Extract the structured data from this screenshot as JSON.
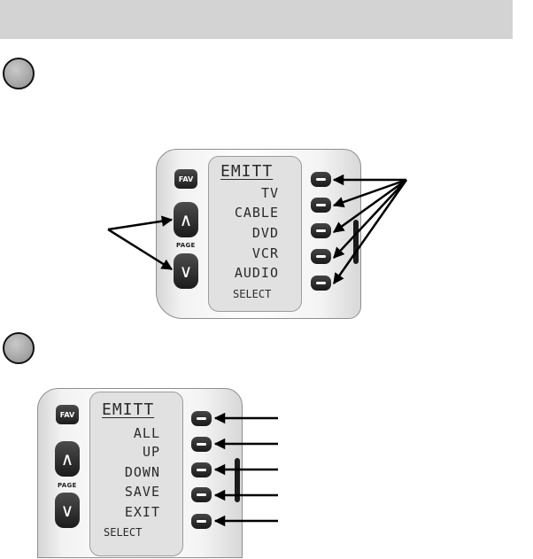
{
  "diagram": {
    "step1": {
      "lcd_title": "EMITT",
      "lcd_items": [
        "TV",
        "CABLE",
        "DVD",
        "VCR",
        "AUDIO"
      ],
      "lcd_footer": "SELECT",
      "fav_label": "FAV",
      "page_label": "PAGE"
    },
    "step2": {
      "lcd_title": "EMITT",
      "lcd_items": [
        "ALL",
        "UP",
        "DOWN",
        "SAVE",
        "EXIT"
      ],
      "lcd_footer": "SELECT",
      "fav_label": "FAV",
      "page_label": "PAGE"
    }
  },
  "colors": {
    "header_bar": "#d3d3d3",
    "step_circle": "#a9a9a9",
    "arrow": "#000000",
    "button": "#1c1c1c",
    "lcd": "#e1e1e1"
  },
  "icons": {
    "page_up": "chevron-up-icon",
    "page_down": "chevron-down-icon"
  }
}
